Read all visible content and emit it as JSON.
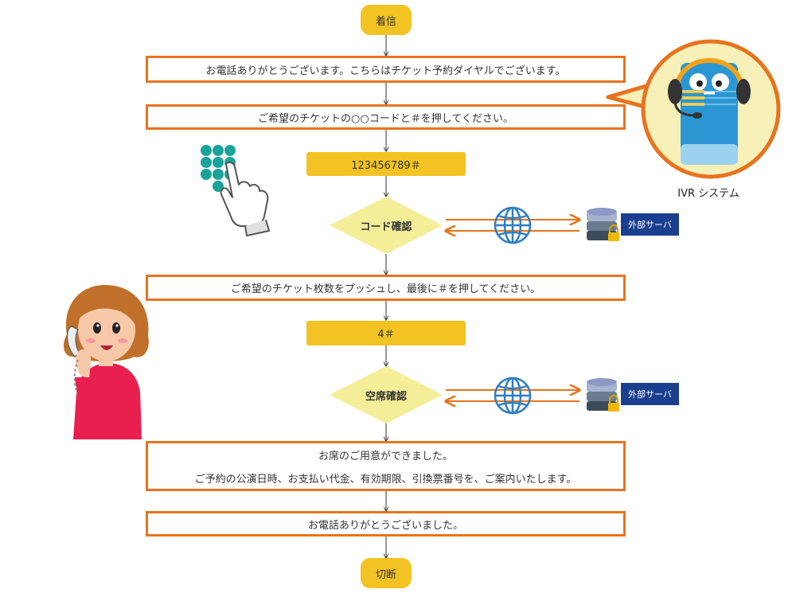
{
  "flow": {
    "start_label": "着信",
    "step1": "お電話ありがとうございます。こちらはチケット予約ダイヤルでございます。",
    "step2": "ご希望のチケットの○○コードと＃を押してください。",
    "input1": "123456789＃",
    "decision1": "コード確認",
    "step3": "ご希望のチケット枚数をプッシュし、最後に＃を押してください。",
    "input2": "4＃",
    "decision2": "空席確認",
    "step4_line1": "お席のご用意ができました。",
    "step4_line2": "ご予約の公演日時、お支払い代金、有効期限、引換票番号を、ご案内いたします。",
    "step5": "お電話ありがとうございました。",
    "end_label": "切断"
  },
  "external": {
    "server_label_1": "外部サーバ",
    "server_label_2": "外部サーバ"
  },
  "ivr": {
    "caption": "IVR システム"
  },
  "icons": [
    "globe-icon",
    "database-icon",
    "lock-icon",
    "keypad-icon",
    "pointing-hand-icon",
    "headset-robot-icon",
    "caller-woman-icon"
  ],
  "colors": {
    "box_border": "#e8731e",
    "yellow": "#f2c322",
    "diamond": "#f4ee99",
    "server_tag": "#1b3f8f",
    "globe": "#2f7fc1",
    "ivr_circle_fill": "#f7f0b8",
    "ivr_circle_border": "#e8731e"
  }
}
